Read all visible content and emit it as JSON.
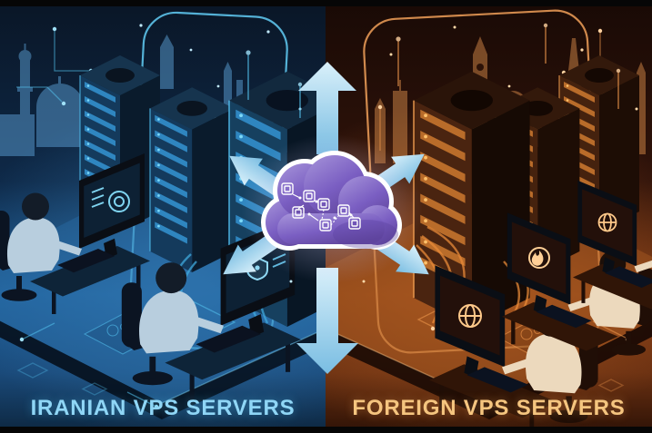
{
  "meta": {
    "title": "Iranian vs Foreign VPS servers network illustration"
  },
  "panels": {
    "left": {
      "label": "IRANIAN VPS SERVERS",
      "skyline": "mosque-and-minaret",
      "accent": "#54c2ee",
      "label_color": "#8fd6f6",
      "background": "#0e2a4c",
      "floor": "#1d5c94"
    },
    "right": {
      "label": "FOREIGN VPS SERVERS",
      "skyline": "european-landmarks",
      "accent": "#f29a4e",
      "label_color": "#f5c57f",
      "background": "#351608",
      "floor": "#8a4119"
    }
  },
  "center": {
    "cloud_color": "#7a5ec2",
    "cloud_rim": "#ffffff",
    "arrow_color": "#9ed2ec"
  }
}
